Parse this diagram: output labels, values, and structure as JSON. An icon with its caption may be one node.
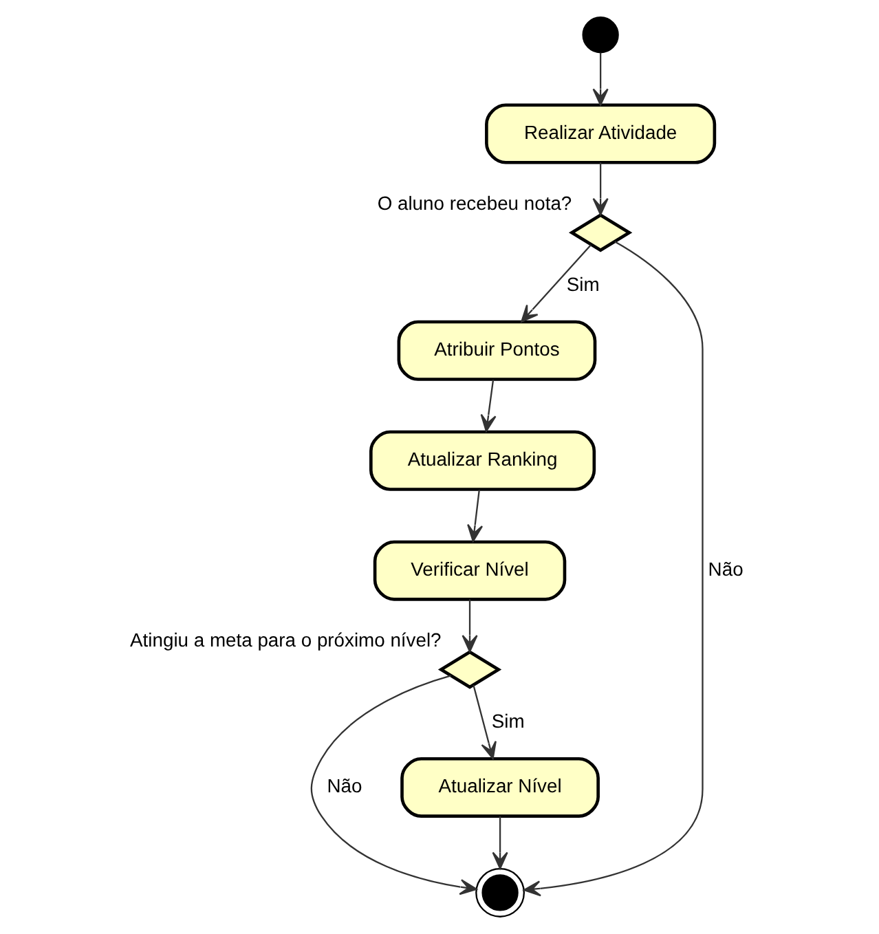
{
  "diagram": {
    "nodes": [
      {
        "text": [],
        "shape": "circle"
      },
      {
        "text": [
          "Realizar Atividade"
        ]
      },
      {
        "text": [],
        "shape": "diamond",
        "beside": [
          "O aluno recebeu nota?"
        ]
      },
      {
        "text": [
          "Atribuir Pontos"
        ]
      },
      {
        "text": [
          "Atualizar Ranking"
        ]
      },
      {
        "text": [
          "Verificar Nível"
        ]
      },
      {
        "text": [],
        "shape": "diamond",
        "beside": [
          "Atingiu a meta para o próximo nível?"
        ]
      },
      {
        "text": [],
        "shape": "circle"
      },
      {
        "text": [
          "Atualizar Nível"
        ]
      }
    ],
    "edges": [
      {
        "from": 0,
        "to": 1,
        "arrow": "to"
      },
      {
        "from": 1,
        "to": 2,
        "arrow": "to"
      },
      {
        "from": 2,
        "to": 3,
        "arrow": "to",
        "label": "Sim"
      },
      {
        "from": 2,
        "to": 7,
        "arrow": "to",
        "label": "Não"
      },
      {
        "from": 3,
        "to": 4,
        "arrow": "to"
      },
      {
        "from": 4,
        "to": 5,
        "arrow": "to"
      },
      {
        "from": 5,
        "to": 6,
        "arrow": "to"
      },
      {
        "from": 6,
        "to": 7,
        "arrow": "to",
        "label": "Não"
      },
      {
        "from": 6,
        "to": 8,
        "arrow": "to",
        "label": "Sim"
      },
      {
        "from": 8,
        "to": 7,
        "arrow": "to"
      }
    ]
  }
}
